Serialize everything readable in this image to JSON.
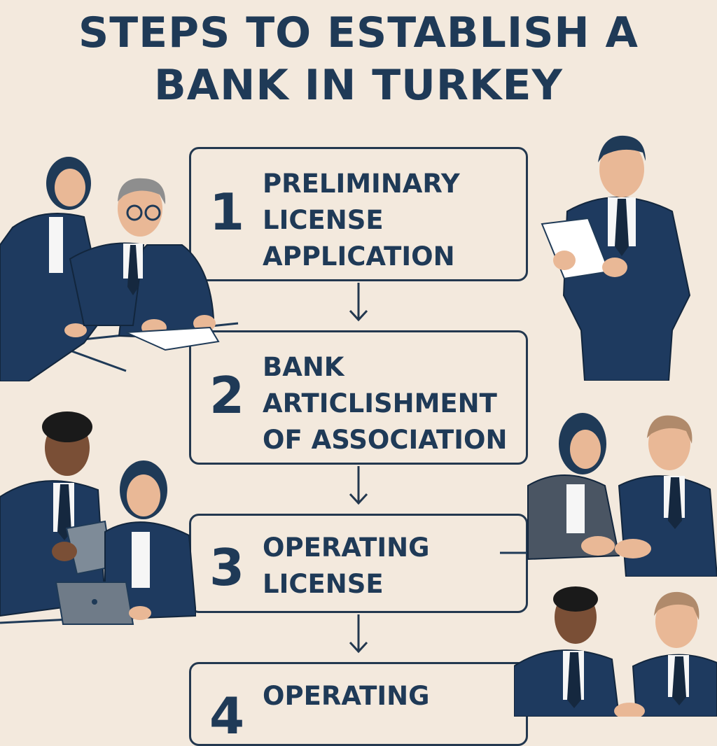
{
  "title": {
    "line1": "STEPS TO ESTABLISH A",
    "line2": "BANK IN TURKEY"
  },
  "steps": [
    {
      "number": "1",
      "lines": [
        "PRELIMINARY",
        "LICENSE",
        "APPLICATION"
      ]
    },
    {
      "number": "2",
      "lines": [
        "BANK",
        "ARTICLISHMENT",
        "OF ASSOCIATION"
      ]
    },
    {
      "number": "3",
      "lines": [
        "OPERATING",
        "LICENSE"
      ]
    },
    {
      "number": "4",
      "lines": [
        "OPERATING"
      ]
    }
  ],
  "colors": {
    "background": "#f3e9dd",
    "navy": "#1f3a57",
    "suit": "#1e3a5f",
    "skin": "#e9b896",
    "skin_dark": "#7a4f36"
  },
  "illustrations": [
    "two-colleagues-reviewing-document",
    "man-reading-paper",
    "colleagues-with-tablet-and-laptop",
    "business-handshake",
    "two-businessmen-talking"
  ]
}
